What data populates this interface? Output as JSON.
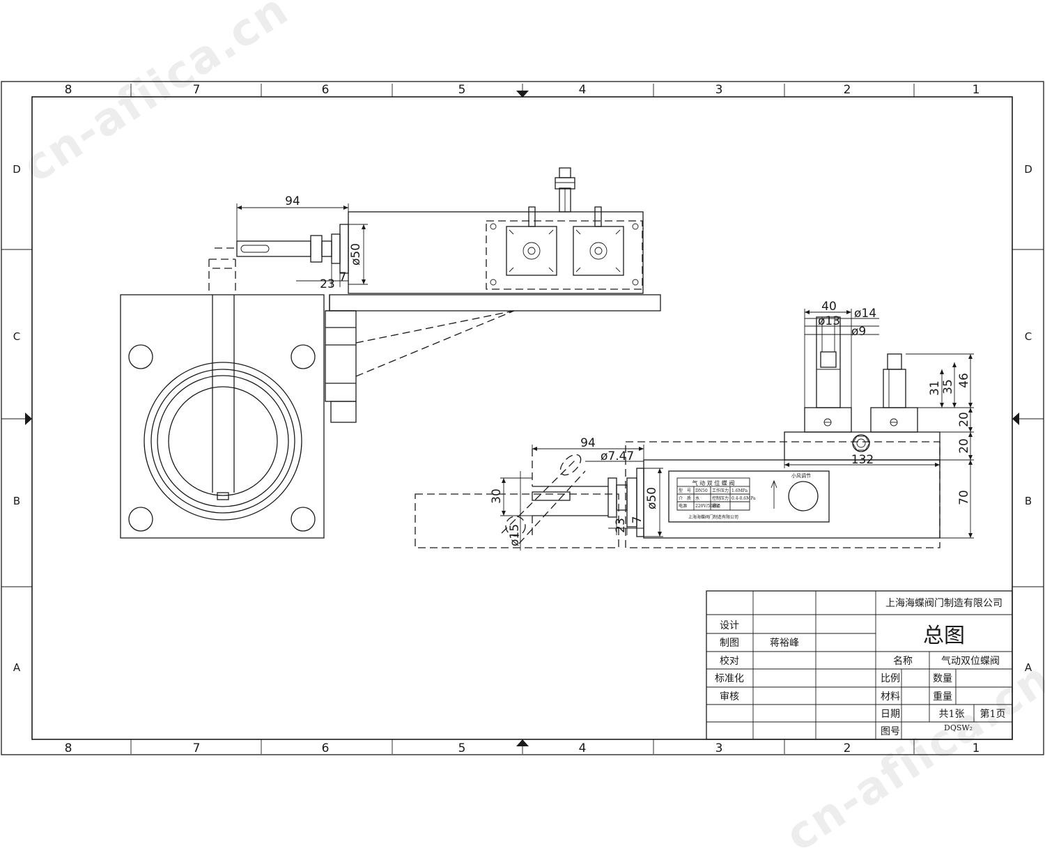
{
  "watermark": "cn-afiica.cn",
  "grid": {
    "columns": [
      "8",
      "7",
      "6",
      "5",
      "4",
      "3",
      "2",
      "1"
    ],
    "rows": [
      "D",
      "C",
      "B",
      "A"
    ]
  },
  "dims": {
    "top_length": "94",
    "top_flange_dia": "ø50",
    "top_small_a": "23",
    "top_small_b": "7",
    "switch_width": "40",
    "dia14": "ø14",
    "dia13": "ø13",
    "dia9": "ø9",
    "h31": "31",
    "h35": "35",
    "h46": "46",
    "h20a": "20",
    "h20b": "20",
    "len132": "132",
    "h70": "70",
    "bottom_length": "94",
    "dia747": "ø7.47",
    "dim30": "30",
    "dia15": "ø15",
    "bottom_flange_dia": "ø50",
    "bottom_small_a": "23",
    "bottom_small_b": "7"
  },
  "nameplate": {
    "title": "气 动 双 位 蝶 阀",
    "r1c1": "型　号",
    "r1c2": "DN50",
    "r1c3": "工作压力",
    "r1c4": "1.6MPa",
    "r2c1": "介　质",
    "r2c2": "水",
    "r2c3": "控制压力",
    "r2c4": "0.4-0.6MPa",
    "r3c1": "电源",
    "r3c2": "220V/50HZ",
    "r3c3": "通径",
    "footer": "上海海蝶阀门制造有限公司",
    "gauge_label": "小风调节"
  },
  "title_block": {
    "company": "上海海蝶阀门制造有限公司",
    "drawing_title": "总图",
    "labels": {
      "design": "设计",
      "draw": "制图",
      "check": "校对",
      "standard": "标准化",
      "review": "审核"
    },
    "drafter": "蒋裕峰",
    "name_label": "名称",
    "name_value": "气动双位蝶阀",
    "scale_label": "比例",
    "qty_label": "数量",
    "material_label": "材料",
    "weight_label": "重量",
    "date_label": "日期",
    "sheets_total": "共1张",
    "sheet_no": "第1页",
    "dwg_no_label": "图号",
    "dwg_no": "DQSW₂"
  }
}
